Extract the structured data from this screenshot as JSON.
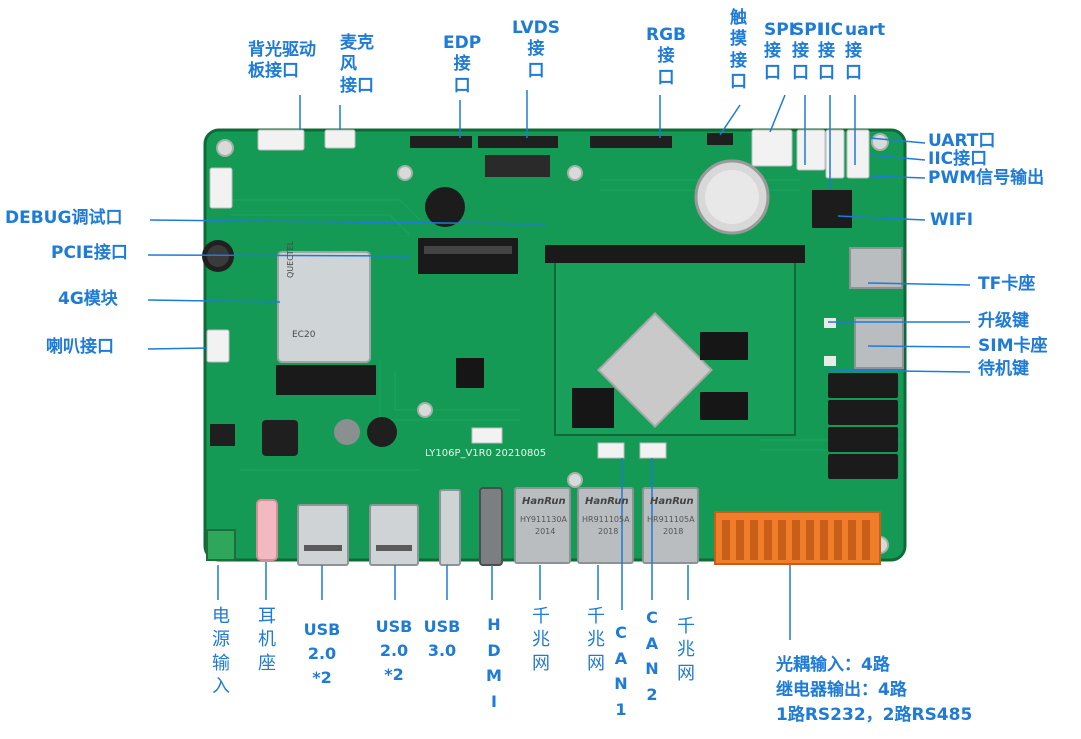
{
  "colors": {
    "accent": "#1e7bd6",
    "board": "#159a55",
    "board_dark": "#0f7a42",
    "connector_orange": "#f07d2a"
  },
  "top_labels": [
    {
      "id": "backlight",
      "text": "背光驱动\n板接口"
    },
    {
      "id": "mic",
      "text": "麦克\n风\n接口"
    },
    {
      "id": "edp",
      "text": "EDP\n接\n口"
    },
    {
      "id": "lvds",
      "text": "LVDS\n接\n口"
    },
    {
      "id": "rgb",
      "text": "RGB\n接\n口"
    },
    {
      "id": "touch",
      "text": "触\n摸\n接\n口"
    },
    {
      "id": "spi",
      "text": "SPI\n接\n口"
    },
    {
      "id": "spi2",
      "text": "SPI\n接\n口"
    },
    {
      "id": "iic",
      "text": "IIC\n接\n口"
    },
    {
      "id": "uart",
      "text": "uart\n接\n口"
    }
  ],
  "left_labels": [
    {
      "id": "debug",
      "text": "DEBUG调试口"
    },
    {
      "id": "pcie",
      "text": "PCIE接口"
    },
    {
      "id": "4g",
      "text": "4G模块"
    },
    {
      "id": "speaker",
      "text": "喇叭接口"
    }
  ],
  "right_labels": [
    {
      "id": "uart_port",
      "text": "UART口"
    },
    {
      "id": "iic_port",
      "text": "IIC接口"
    },
    {
      "id": "pwm",
      "text": "PWM信号输出"
    },
    {
      "id": "wifi",
      "text": "WIFI"
    },
    {
      "id": "tf",
      "text": "TF卡座"
    },
    {
      "id": "upgrade",
      "text": "升级键"
    },
    {
      "id": "sim",
      "text": "SIM卡座"
    },
    {
      "id": "standby",
      "text": "待机键"
    }
  ],
  "bottom_labels": [
    {
      "id": "power",
      "text": "电源输入"
    },
    {
      "id": "earphone",
      "text": "耳机座"
    },
    {
      "id": "usb20a",
      "text": "USB\n2.0\n*2"
    },
    {
      "id": "usb20b",
      "text": "USB\n2.0\n*2"
    },
    {
      "id": "usb30",
      "text": "USB\n3.0"
    },
    {
      "id": "hdmi",
      "text": "HDMI"
    },
    {
      "id": "gbe1",
      "text": "千兆网"
    },
    {
      "id": "gbe2",
      "text": "千兆网"
    },
    {
      "id": "can1",
      "text": "CAN1"
    },
    {
      "id": "can2",
      "text": "CAN2"
    },
    {
      "id": "gbe3",
      "text": "千兆网"
    }
  ],
  "notes": {
    "line1": "光耦输入：4路",
    "line2": "继电器输出：4路",
    "line3": "1路RS232，2路RS485"
  },
  "board": {
    "model": "LY106P_V1R0 20210805",
    "module_brand": "HanRun",
    "jack_codes": [
      "HY911130A",
      "HR911105A",
      "HR911105A"
    ],
    "jack_years": [
      "2014",
      "2018",
      "2018"
    ],
    "ec20": "EC20",
    "quectel": "QUECTEL"
  }
}
